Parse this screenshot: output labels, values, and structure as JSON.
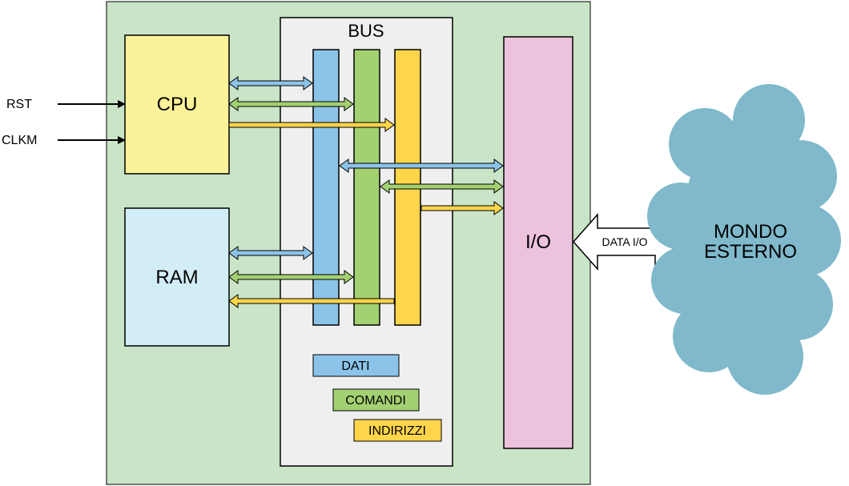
{
  "labels": {
    "bus": "BUS",
    "cpu": "CPU",
    "ram": "RAM",
    "io": "I/O",
    "rst": "RST",
    "clkm": "CLKM",
    "data_io": "DATA I/O",
    "mondo_line1": "MONDO",
    "mondo_line2": "ESTERNO"
  },
  "legend": {
    "dati": "DATI",
    "comandi": "COMANDI",
    "indirizzi": "INDIRIZZI"
  },
  "colors": {
    "board": "#c9e4c6",
    "bus_panel": "#efefef",
    "cpu": "#fcf29a",
    "ram": "#d2edf5",
    "io": "#ecc2dc",
    "cloud": "#7fb9cb",
    "dati": "#8cc3e8",
    "comandi": "#a3d071",
    "indirizzi": "#ffd54a"
  }
}
